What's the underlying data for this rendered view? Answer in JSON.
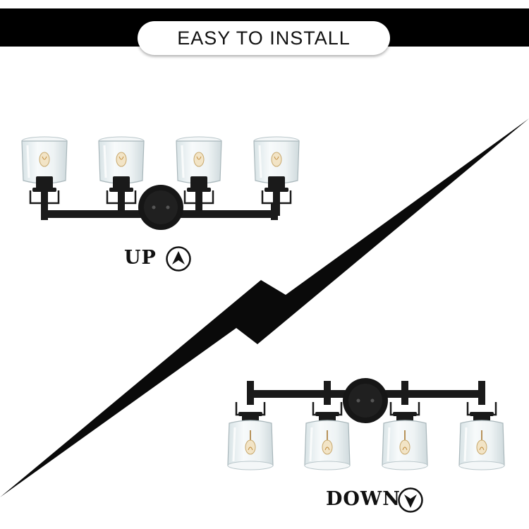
{
  "title": "EASY TO INSTALL",
  "up": {
    "label": "UP",
    "icon": "arrow-up-circle-icon"
  },
  "down": {
    "label": "DOWN",
    "icon": "arrow-down-circle-icon"
  },
  "colors": {
    "band": "#000000",
    "background": "#ffffff",
    "fixture_metal": "#1a1a1a",
    "glass": "#e9f0f2"
  }
}
